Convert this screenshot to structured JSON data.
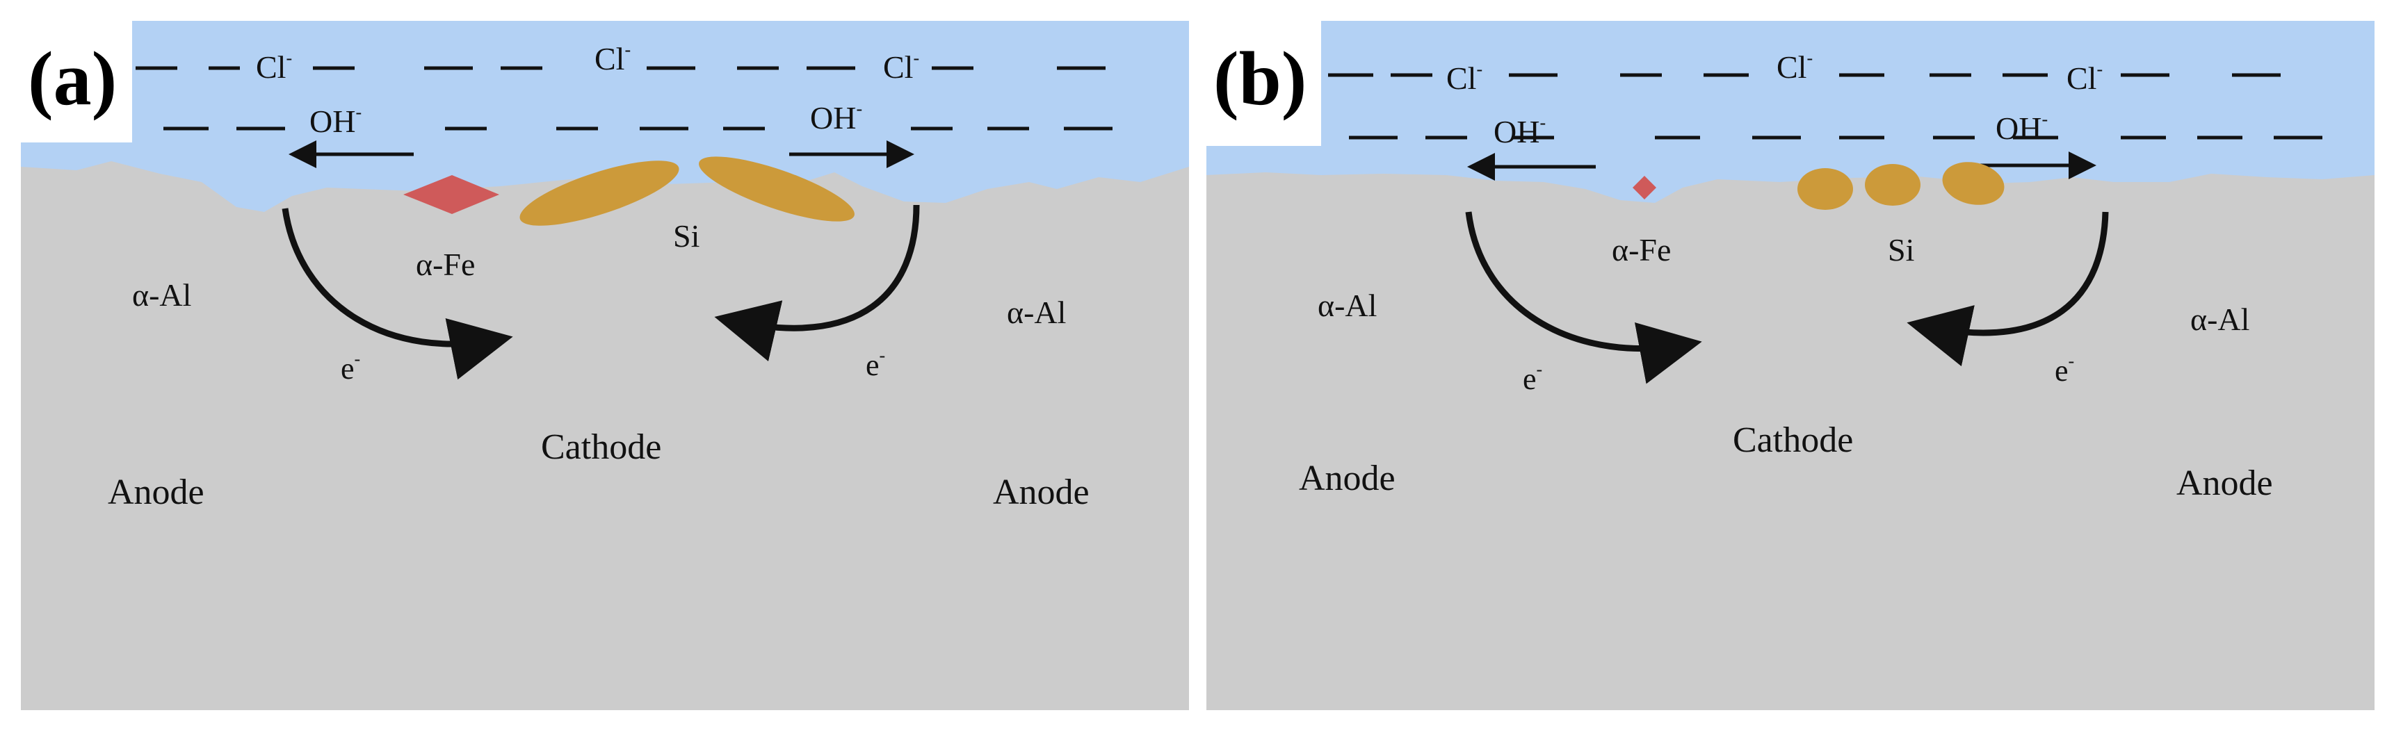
{
  "panels": [
    {
      "id": "a",
      "panel_label": "(a)",
      "chloride": [
        "Cl",
        "Cl",
        "Cl"
      ],
      "chloride_sup": "-",
      "hydroxide_left": "OH",
      "hydroxide_right": "OH",
      "hydroxide_sup": "-",
      "fe_label": "α-Fe",
      "si_label": "Si",
      "al_left": "α-Al",
      "al_right": "α-Al",
      "electron_left": "e",
      "electron_right": "e",
      "electron_sup": "-",
      "cathode": "Cathode",
      "anode_left": "Anode",
      "anode_right": "Anode"
    },
    {
      "id": "b",
      "panel_label": "(b)",
      "chloride": [
        "Cl",
        "Cl",
        "Cl"
      ],
      "chloride_sup": "-",
      "hydroxide_left": "OH",
      "hydroxide_right": "OH",
      "hydroxide_sup": "-",
      "fe_label": "α-Fe",
      "si_label": "Si",
      "al_left": "α-Al",
      "al_right": "α-Al",
      "electron_left": "e",
      "electron_right": "e",
      "electron_sup": "-",
      "cathode": "Cathode",
      "anode_left": "Anode",
      "anode_right": "Anode"
    }
  ],
  "colors": {
    "electrolyte": "#b3d1f4",
    "matrix": "#cccccc",
    "fe_phase": "#cf5a5a",
    "si_phase": "#cc9a3a",
    "arrow": "#111111"
  }
}
